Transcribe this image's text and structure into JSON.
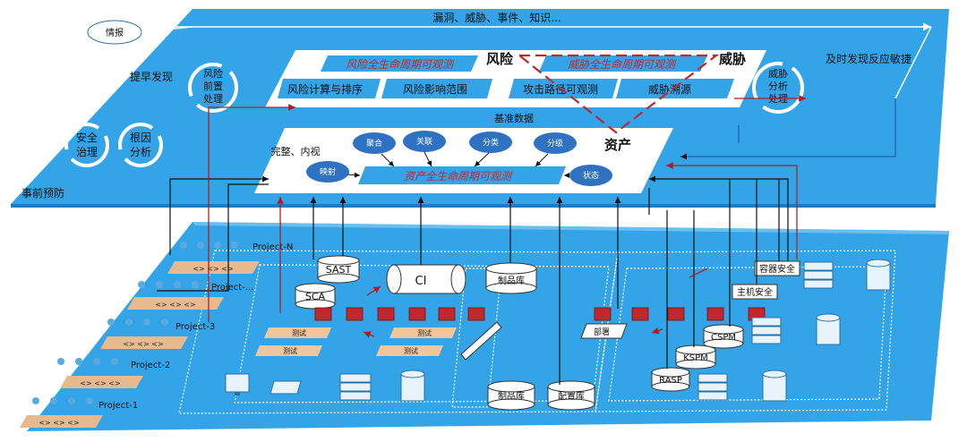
{
  "top": {
    "banner": "漏洞、威胁、事件、知识...",
    "intel": "情报",
    "early_detect": "提早发现",
    "prevention": "事前预防",
    "timely": "及时发现反应敏捷",
    "risk_front": [
      "风险",
      "前置",
      "处理"
    ],
    "security_gov": [
      "安全",
      "治理"
    ],
    "root_cause": [
      "根因",
      "分析"
    ],
    "threat_proc": [
      "威胁",
      "分析",
      "处理"
    ],
    "risk": "风险",
    "threat": "威胁",
    "asset": "资产",
    "risk_life": "风险全生命周期可观测",
    "risk_calc": "风险计算与排序",
    "risk_scope": "风险影响范围",
    "threat_life": "威胁全生命周期可观测",
    "attack_path": "攻击路径可观测",
    "threat_trace": "威胁溯源",
    "baseline": "基准数据",
    "complete": "完整、内视",
    "asset_life": "资产全生命周期可观测",
    "ovals": {
      "aggregate": "聚合",
      "relate": "关联",
      "classify": "分类",
      "grade": "分级",
      "mapping": "映射",
      "status": "状态"
    }
  },
  "bottom": {
    "projects": [
      "Project-N",
      "Project-...",
      "Project-3",
      "Project-2",
      "Project-1"
    ],
    "code": "<>  <>  <>",
    "sast": "SAST",
    "sca": "SCA",
    "ci": "CI",
    "artifact": "制品库",
    "artifact2": "制品库",
    "config": "配置库",
    "test": "测试",
    "deploy": "部署",
    "container_sec": "容器安全",
    "host_sec": "主机安全",
    "cspm": "CSPM",
    "kspm": "KSPM",
    "rasp": "RASP"
  },
  "colors": {
    "blue": "#33a4e8",
    "dark_blue": "#1f6fb5",
    "red": "#c0282d",
    "white": "#ffffff"
  }
}
